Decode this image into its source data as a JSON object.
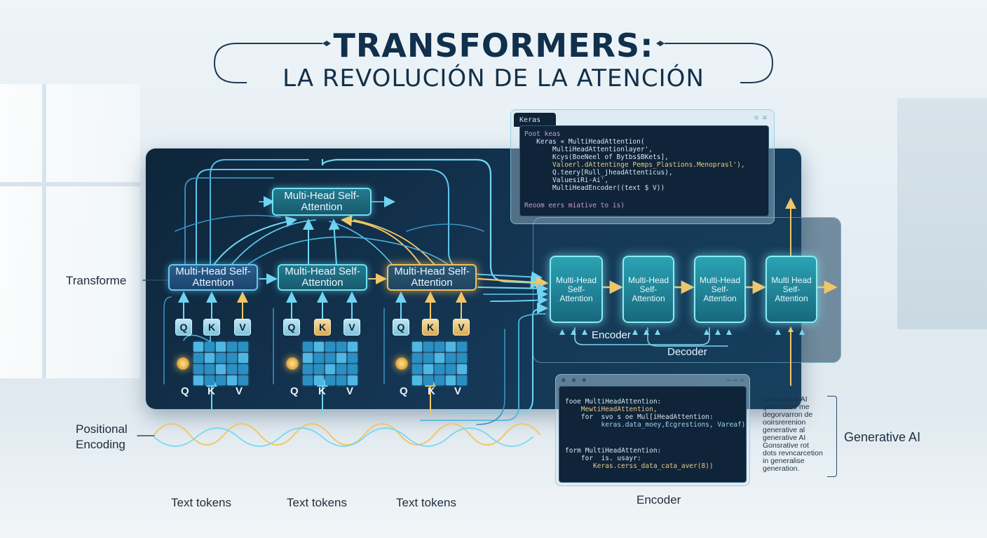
{
  "title": {
    "main": "TRANSFORMERS:",
    "sub": "LA REVOLUCIÓN DE LA ATENCIÓN"
  },
  "attention_top": "Multi-Head Self-Attention",
  "attention_blocks": [
    {
      "label": "Multi-Head Self-Attention"
    },
    {
      "label": "Multi-Head Self-Attention"
    },
    {
      "label": "Multi-Head Self-Attention"
    }
  ],
  "qkv_upper": [
    "Q",
    "K",
    "V"
  ],
  "qkv_lower": [
    "Q",
    "K",
    "V"
  ],
  "encoder_blocks": [
    {
      "label": "Multi-Head Self-Attention"
    },
    {
      "label": "Multi-Head Self-Attention"
    },
    {
      "label": "Multi-Head Self-Attention"
    },
    {
      "label": "Multi Head Self-Attention"
    }
  ],
  "labels": {
    "transformer": "Transforme",
    "positional_encoding_1": "Positional",
    "positional_encoding_2": "Encoding",
    "encoder_inner": "Encoder",
    "decoder_inner": "Decoder",
    "encoder_bottom": "Encoder",
    "generative_ai": "Generative AI"
  },
  "text_tokens": [
    "Text tokens",
    "Text tokens",
    "Text tokens"
  ],
  "code_top": {
    "tab": "Keras",
    "lines": [
      "Poot keas",
      "   Keras « MultiHeadAttention(",
      "       MultiHeadAttentionlayer',",
      "       Kcys(BoeNeel of Bytbs$BKets],",
      "       Valoerl.dAttentinge Pemps_Plastions.Menoprasl'),",
      "       Q.teery[Rull_jheadAttenticus),",
      "       ValuesiRi-Ai',",
      "       MultiHeadEncoder((text $ V))",
      "",
      "Reoom eers miative to is)"
    ]
  },
  "code_bottom": {
    "lines": [
      "fooe MultiHeadAttention:",
      "    MewtiHeadAttention,",
      "    for  svo s oe Mul[iHeadAttention:",
      "         keras.data_moey,Ecgrestions, Vareaf)",
      "",
      "",
      "form MultiHeadAttention:",
      "    for  is. usayr:",
      "       Keras.cerss_data_cata_aver(8))"
    ]
  },
  "generative_list": [
    "Generative AI",
    "generative me",
    "degorvarron de",
    "ooirsrerenion",
    "generative al",
    "generative AI",
    "Gonsrative rot",
    "dots revncarcetion",
    "in generalise",
    "generation."
  ],
  "colors": {
    "panel": "#143654",
    "cyan": "#63c8ef",
    "gold": "#f0c060",
    "teal": "#2aa3b3",
    "title": "#10304c"
  }
}
